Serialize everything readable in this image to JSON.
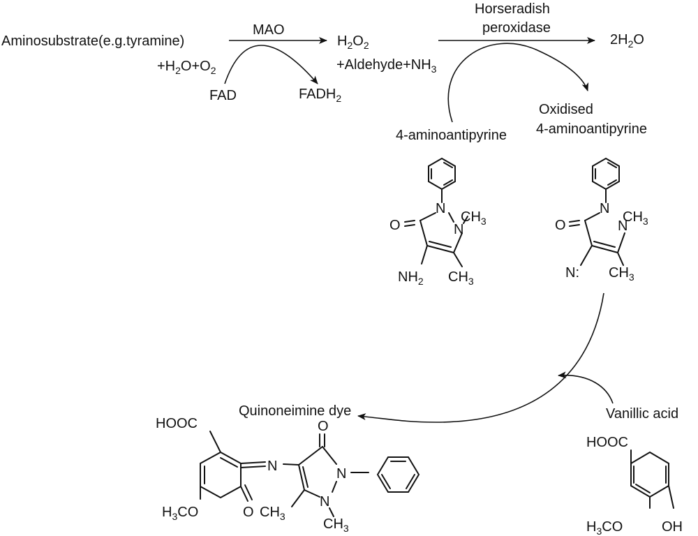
{
  "reaction": {
    "substrate": "Aminosubstrate(e.g.tyramine)",
    "mao_label": "MAO",
    "water_oxygen": "+H2O+O2",
    "h2o2": "H2O2",
    "aldehyde_nh3": "+Aldehyde+NH3",
    "fad": "FAD",
    "fadh2": "FADH2",
    "hrp_line1": "Horseradish",
    "hrp_line2": "peroxidase",
    "two_water": "2H2O",
    "aminoantipyrine": "4-aminoantipyrine",
    "oxidised_line1": "Oxidised",
    "oxidised_line2": "4-aminoantipyrine",
    "vanillic_acid": "Vanillic acid",
    "dye": "Quinoneimine dye"
  },
  "structures": {
    "aap": {
      "o": "O",
      "n1": "N",
      "n2": "N",
      "ch3_n": "CH3",
      "nh2": "NH2",
      "ch3": "CH3"
    },
    "oxaap": {
      "o": "O",
      "n1": "N",
      "n2": "N",
      "ch3_n": "CH3",
      "n_rad": "N:",
      "ch3": "CH3"
    },
    "vanillic": {
      "cooh": "HOOC",
      "och3": "H3CO",
      "oh": "OH"
    },
    "dye": {
      "cooh": "HOOC",
      "och3": "H3CO",
      "o_ring": "O",
      "n_imine": "N",
      "o_ketone": "O",
      "n1": "N",
      "n2": "N",
      "ch3_ring": "CH3",
      "ch3_n": "CH3"
    }
  }
}
